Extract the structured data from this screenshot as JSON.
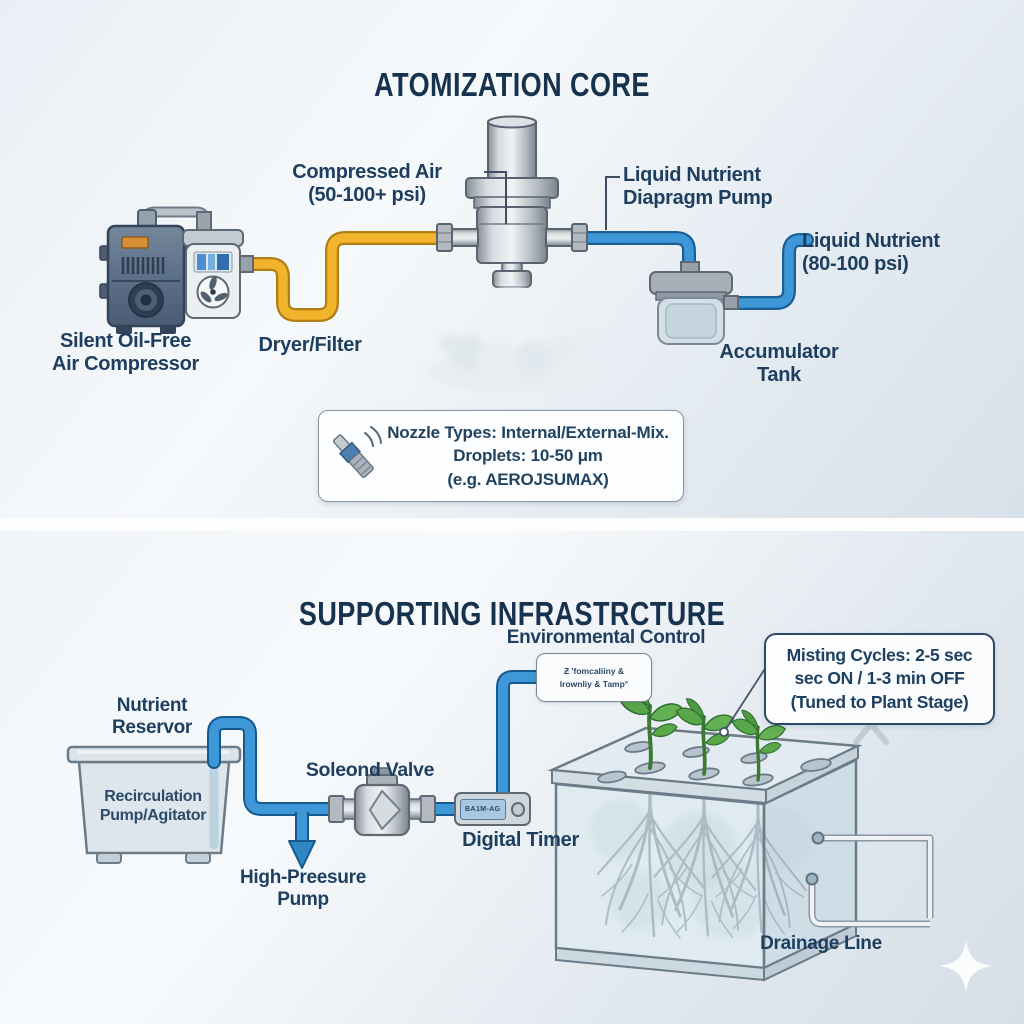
{
  "colors": {
    "title_navy": "#16324e",
    "label_navy": "#1e3e5f",
    "pipe_blue": "#3e97d6",
    "pipe_blue_outline": "#1a5f96",
    "pipe_yellow": "#f2b42c",
    "pipe_yellow_outline": "#b07f14",
    "metal_light": "#d8dce0",
    "metal_dark": "#7a848e",
    "plant_green": "#58a748",
    "compressor_slate": "#5c7088"
  },
  "top": {
    "title": "ATOMIZATION CORE",
    "compressed_air": [
      "Compressed Air",
      "(50-100+ psi)"
    ],
    "diaphragm_pump": [
      "Liquid Nutrient",
      "Diapragm Pump"
    ],
    "liquid_nutrient": [
      "Liquid Nutrient",
      "(80-100 psi)"
    ],
    "air_compressor": [
      "Silent Oil-Free",
      "Air Compressor"
    ],
    "dryer_filter": "Dryer/Filter",
    "accumulator": [
      "Accumulator",
      "Tank"
    ],
    "nozzle_box": [
      "Nozzle Types: Internal/External-Mix.",
      "Droplets: 10-50 μm",
      "(e.g. AEROJSUMAX)"
    ]
  },
  "bottom": {
    "title": "SUPPORTING INFRASTRCTURE",
    "environmental_control": "Environmental Control",
    "env_box": [
      "Ƶ 'fomcaliiny &",
      "lrownliy & Tamp°"
    ],
    "misting_box": [
      "Misting Cycles: 2-5 sec",
      "sec ON / 1-3 min OFF",
      "(Tuned to Plant Stage)"
    ],
    "nutrient_reservoir": [
      "Nutrient",
      "Reservor"
    ],
    "recirculation": [
      "Recirculation",
      "Pump/Agitator"
    ],
    "solenoid_valve": "Soleond Valve",
    "digital_timer": "Digital Timer",
    "timer_display": "BA1M-AG",
    "high_pressure_pump": [
      "High-Preesure",
      "Pump"
    ],
    "drainage_line": "Drainage Line"
  }
}
